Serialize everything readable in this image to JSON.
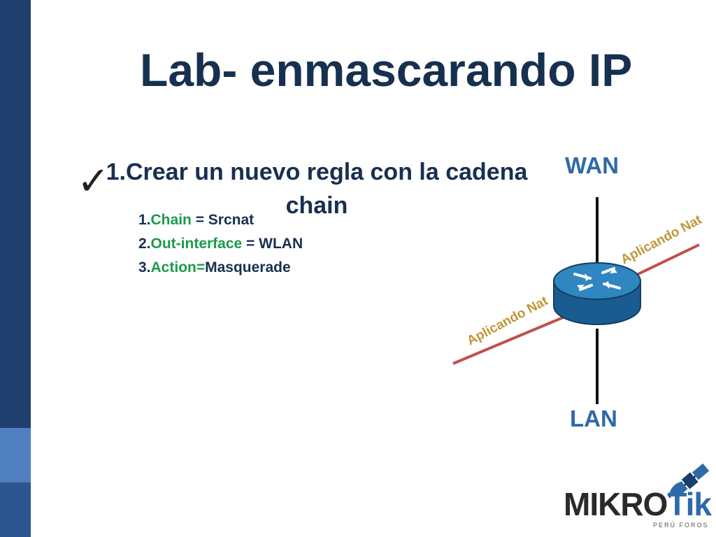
{
  "slide": {
    "title": "Lab- enmascarando IP",
    "checkmark": "✓",
    "heading": "1.Crear un nuevo regla con la cadena chain",
    "steps": [
      {
        "num": "1.",
        "key": "Chain",
        "sep": " = ",
        "value": "Srcnat"
      },
      {
        "num": "2.",
        "key": "Out-interface",
        "sep": " = ",
        "value": "WLAN"
      },
      {
        "num": "3.",
        "key": "Action=",
        "sep": "",
        "value": "Masquerade"
      }
    ]
  },
  "diagram": {
    "wan_label": "WAN",
    "lan_label": "LAN",
    "nat_label_upper": "Aplicando Nat",
    "nat_label_lower": "Aplicando Nat",
    "router_icon": "router-icon"
  },
  "logo": {
    "word_left": "MIKRO",
    "word_right": "Tik",
    "subtitle": "PERÚ FOROS",
    "icon": "satellite-icon"
  },
  "colors": {
    "title": "#17304f",
    "accent_green": "#1c9a4a",
    "label_blue": "#2e6aa8",
    "link_red": "#c0504d",
    "nat_text": "#c0973a",
    "sidebar": "#1f3f6e"
  }
}
